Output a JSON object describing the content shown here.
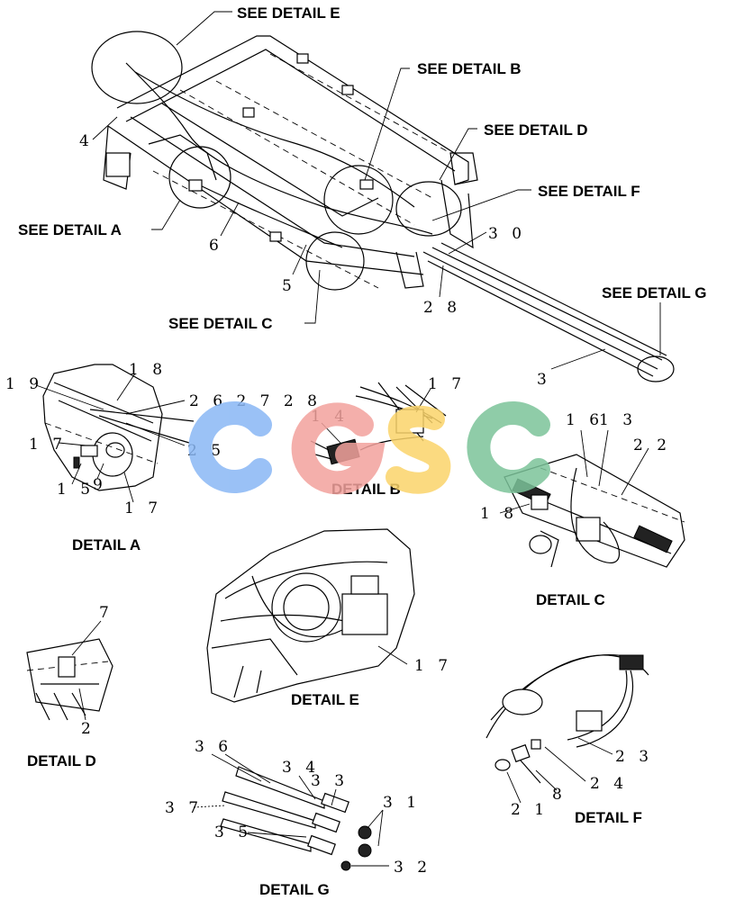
{
  "callouts": {
    "detail_e": "SEE DETAIL E",
    "detail_b": "SEE DETAIL  B",
    "detail_d": "SEE DETAIL  D",
    "detail_f": "SEE DETAIL F",
    "detail_a": "SEE DETAIL  A",
    "detail_c": "SEE DETAIL  C",
    "detail_g": "SEE DETAIL G"
  },
  "captions": {
    "a": "DETAIL  A",
    "b": "DETAIL  B",
    "c": "DETAIL  C",
    "d": "DETAIL  D",
    "e": "DETAIL E",
    "f": "DETAIL F",
    "g": "DETAIL G"
  },
  "part_numbers": {
    "main_4": "4",
    "main_6": "6",
    "main_5": "5",
    "main_30": "3 0",
    "main_28": "2 8",
    "main_3": "3",
    "a_19": "1 9",
    "a_18": "1 8",
    "a_26_27_28": "2 6 2 7 2 8",
    "a_17_left": "1 7",
    "a_25": "2 5",
    "a_15": "1 5",
    "a_9": "9",
    "a_17_bottom": "1 7",
    "b_14": "1 4",
    "b_17": "1 7",
    "c_16": "1 6",
    "c_13": "1 3",
    "c_22": "2 2",
    "c_18": "1 8",
    "d_7": "7",
    "d_2": "2",
    "e_17": "1 7",
    "f_23": "2 3",
    "f_24": "2 4",
    "f_8": "8",
    "f_21": "2 1",
    "g_36": "3 6",
    "g_34": "3 4",
    "g_33": "3 3",
    "g_31": "3 1",
    "g_37": "3 7",
    "g_35": "3 5",
    "g_32": "3 2"
  },
  "watermark": {
    "text": "CGSC",
    "colors": [
      "#89b7f5",
      "#f3a29d",
      "#fbd46a",
      "#7cc49a"
    ]
  }
}
